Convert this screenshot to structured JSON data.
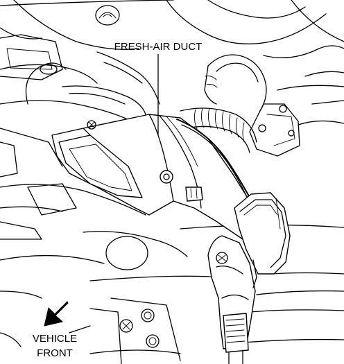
{
  "labels": {
    "part_callout": "FRESH-AIR DUCT",
    "direction_line1": "VEHICLE",
    "direction_line2": "FRONT"
  },
  "icons": {
    "direction_arrow": "arrow-down-left-icon"
  },
  "colors": {
    "line": "#000000",
    "background": "#ffffff"
  }
}
